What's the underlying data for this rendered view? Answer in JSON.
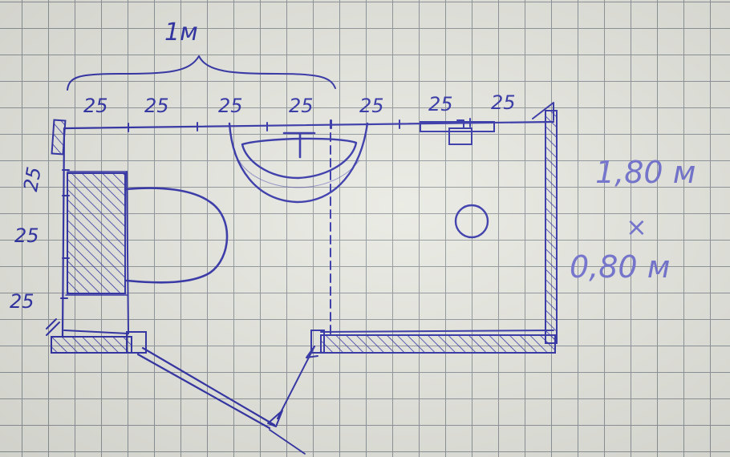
{
  "sketch": {
    "overall_dim": "1м",
    "top_dims": [
      "25",
      "25",
      "25",
      "25",
      "25",
      "25",
      "25"
    ],
    "left_dims": [
      "25",
      "25",
      "25"
    ],
    "size_label": {
      "length": "1,80 м",
      "times": "×",
      "width": "0,80 м"
    },
    "ink_color": "#2f2fa8",
    "paper_color": "#e8e9e1",
    "grid_color": "#8f959b"
  }
}
